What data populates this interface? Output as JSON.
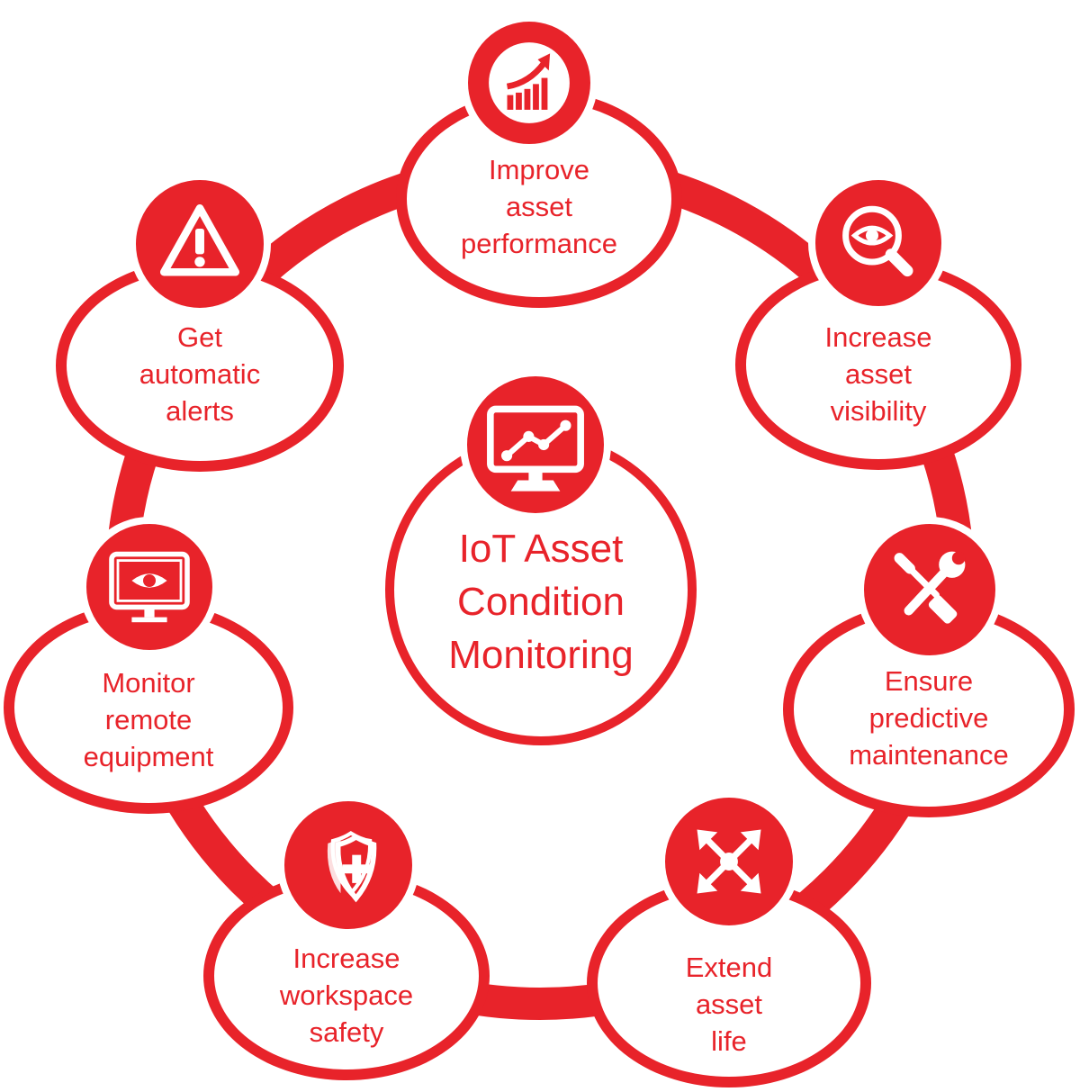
{
  "colors": {
    "accent": "#e8232a",
    "background": "#ffffff"
  },
  "center": {
    "label": "IoT Asset\nCondition\nMonitoring",
    "icon": "monitor-chart-icon"
  },
  "nodes": [
    {
      "label": "Improve\nasset\nperformance",
      "icon": "growth-chart-icon"
    },
    {
      "label": "Increase\nasset\nvisibility",
      "icon": "search-eye-icon"
    },
    {
      "label": "Ensure\npredictive\nmaintenance",
      "icon": "tools-icon"
    },
    {
      "label": "Extend\nasset\nlife",
      "icon": "expand-arrows-icon"
    },
    {
      "label": "Increase\nworkspace\nsafety",
      "icon": "shield-cross-icon"
    },
    {
      "label": "Monitor\nremote\nequipment",
      "icon": "monitor-eye-icon"
    },
    {
      "label": "Get\nautomatic\nalerts",
      "icon": "warning-icon"
    }
  ]
}
